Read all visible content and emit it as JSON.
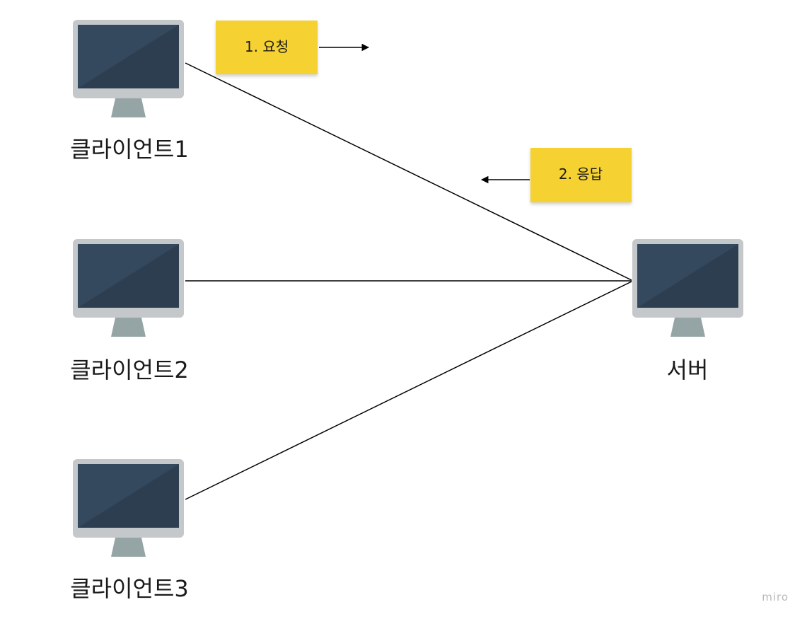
{
  "nodes": {
    "client1": {
      "label": "클라이언트1"
    },
    "client2": {
      "label": "클라이언트2"
    },
    "client3": {
      "label": "클라이언트3"
    },
    "server": {
      "label": "서버"
    }
  },
  "notes": {
    "request": "1. 요청",
    "response": "2. 응답"
  },
  "watermark": "miro",
  "colors": {
    "monitor_frame": "#c5c8cb",
    "monitor_screen": "#34495e",
    "monitor_screen_shade": "#2d3e50",
    "monitor_stand": "#95a5a6",
    "sticky_note": "#f5d133",
    "connector": "#000000"
  }
}
